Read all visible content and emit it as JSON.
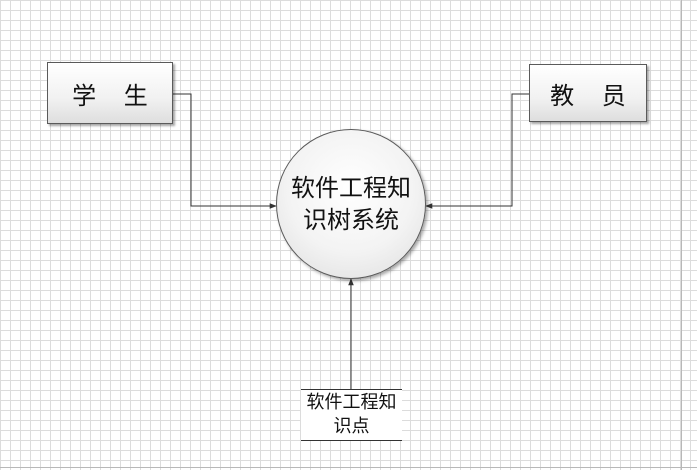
{
  "diagram": {
    "entities": [
      {
        "id": "student",
        "label": "学 生"
      },
      {
        "id": "teacher",
        "label": "教 员"
      }
    ],
    "process": {
      "label": "软件工程知识树系统"
    },
    "data_store": {
      "label": "软件工程知识点"
    },
    "colors": {
      "grid": "#dcdcdc",
      "stroke": "#5a5a5a",
      "fill_light": "#ffffff",
      "fill_dark": "#dedede"
    }
  }
}
